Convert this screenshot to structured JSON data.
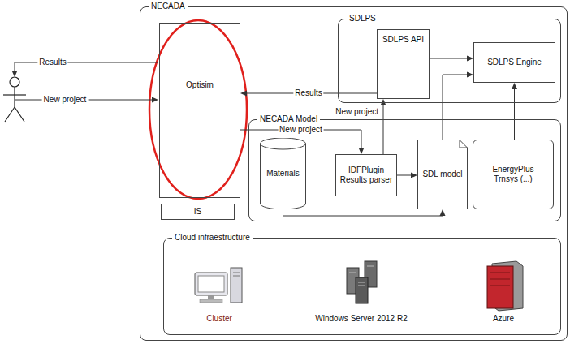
{
  "diagram": {
    "nodes": [
      {
        "text": [
          "NECADA"
        ]
      },
      {
        "text": [
          "Optisim"
        ],
        "in": 0
      },
      {
        "text": [
          "IS"
        ],
        "in": 0
      },
      {
        "text": [
          "SDLPS"
        ],
        "in": 0
      },
      {
        "text": [
          "SDLPS API"
        ],
        "in": 3
      },
      {
        "text": [
          "SDLPS Engine"
        ],
        "in": 3
      },
      {
        "text": [
          "NECADA Model"
        ],
        "in": 0
      },
      {
        "text": [
          "Materials"
        ],
        "in": 6
      },
      {
        "text": [
          "IDFPlugin Results parser"
        ],
        "in": 6
      },
      {
        "text": [
          "SDL model"
        ],
        "in": 6
      },
      {
        "text": [
          "EnergyPlus Trnsys (...)"
        ],
        "in": 6
      },
      {
        "text": [
          "Cloud infraestructure"
        ],
        "in": 0
      }
    ],
    "edges": [
      {
        "from": 4,
        "to": 1,
        "arrow": "to",
        "label": "Results"
      },
      {
        "from": 1,
        "to": 8,
        "arrow": "to",
        "label": "New project"
      },
      {
        "from": 8,
        "to": 4,
        "arrow": "to",
        "label": "New project"
      },
      {
        "from": 4,
        "to": 5,
        "arrow": "to"
      },
      {
        "from": 8,
        "to": 9,
        "arrow": "to"
      },
      {
        "from": 7,
        "to": 9,
        "arrow": "to"
      },
      {
        "from": 9,
        "to": 5,
        "arrow": "to"
      },
      {
        "from": 10,
        "to": 5,
        "arrow": "to"
      }
    ],
    "labels": [
      "Results",
      "New project",
      "Cluster",
      "Windows Server 2012 R2",
      "Azure"
    ]
  }
}
